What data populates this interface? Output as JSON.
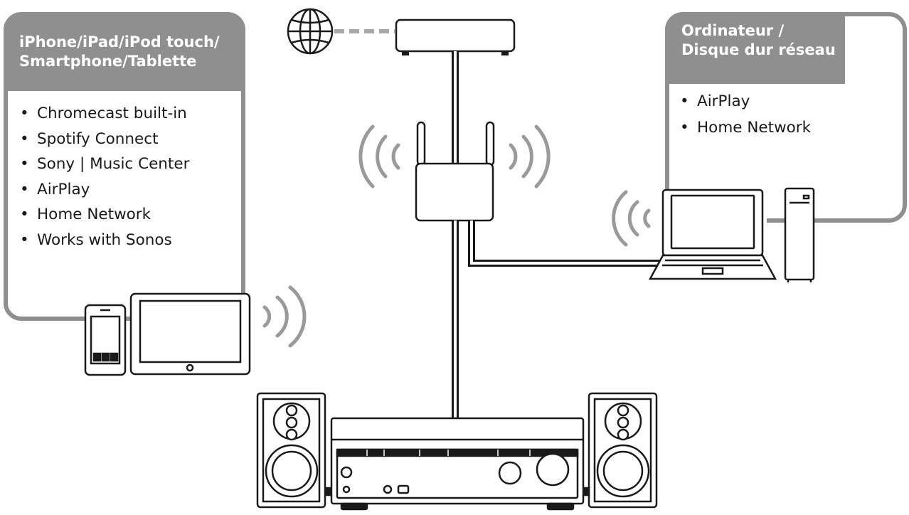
{
  "left_panel": {
    "title_lines": [
      "iPhone/iPad/iPod touch/",
      "Smartphone/Tablette"
    ],
    "items": [
      "Chromecast built-in",
      "Spotify Connect",
      "Sony | Music Center",
      "AirPlay",
      "Home Network",
      "Works with Sonos"
    ]
  },
  "right_panel": {
    "title_lines": [
      "Ordinateur /",
      "Disque dur réseau"
    ],
    "items": [
      "AirPlay",
      "Home Network"
    ]
  },
  "colors": {
    "panel_gray": "#8f8f8f",
    "line_dark": "#1a1a1a",
    "wave_gray": "#9a9a9a",
    "cable_gray": "#a8a8a8"
  },
  "icons": [
    "globe-icon",
    "modem-icon",
    "wifi-router-icon",
    "smartphone-icon",
    "tablet-icon",
    "laptop-icon",
    "nas-icon",
    "av-receiver-icon",
    "speaker-icon",
    "wireless-waves-icon"
  ]
}
